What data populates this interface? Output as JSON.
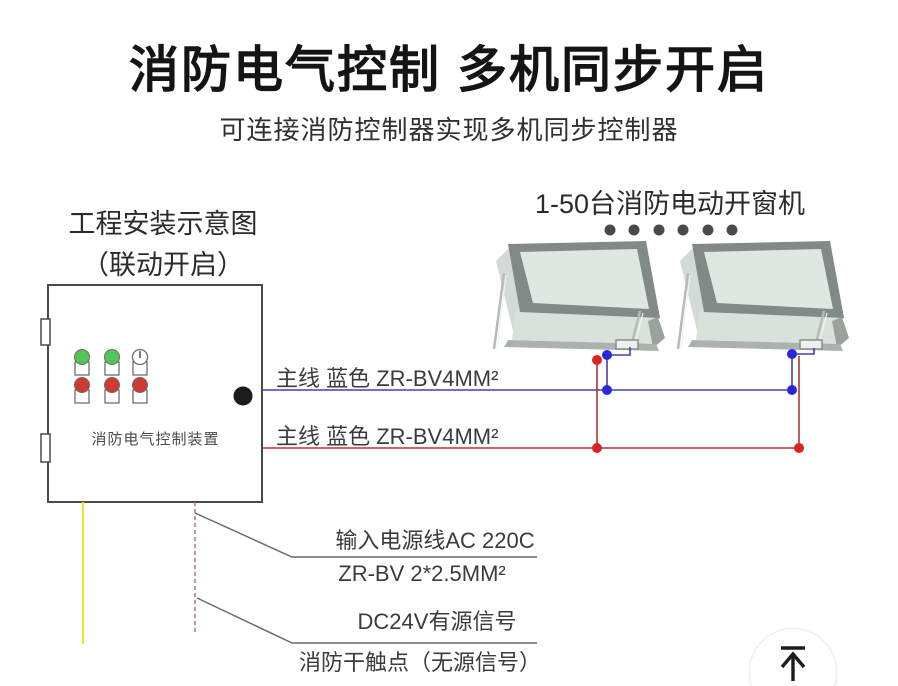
{
  "page": {
    "title": "消防电气控制 多机同步开启",
    "subtitle": "可连接消防控制器实现多机同步控制器"
  },
  "diagram": {
    "install_caption_line1": "工程安装示意图",
    "install_caption_line2": "（联动开启）",
    "control_box_label": "消防电气控制装置",
    "units_caption": "1-50台消防电动开窗机",
    "wire_label_blue": "主线 蓝色 ZR-BV4MM²",
    "wire_label_red": "主线 蓝色 ZR-BV4MM²",
    "power_line_label1": "输入电源线AC 220C",
    "power_line_label2": "ZR-BV  2*2.5MM²",
    "signal_label1": "DC24V有源信号",
    "signal_label2": "消防干触点（无源信号）",
    "colors": {
      "wire_blue": "#4040b0",
      "wire_blue_dot": "#2828d8",
      "wire_red": "#b43434",
      "wire_red_dot": "#d82424",
      "wire_yellow": "#f0e03c",
      "wire_dashed": "#b87070",
      "leader_gray": "#6a6a6a",
      "indicator_green": "#52c552",
      "indicator_red": "#cf3a32",
      "ellipsis_dot": "#4a4a4a"
    },
    "icons": {
      "back_to_top": "up-arrow-to-bar"
    }
  }
}
